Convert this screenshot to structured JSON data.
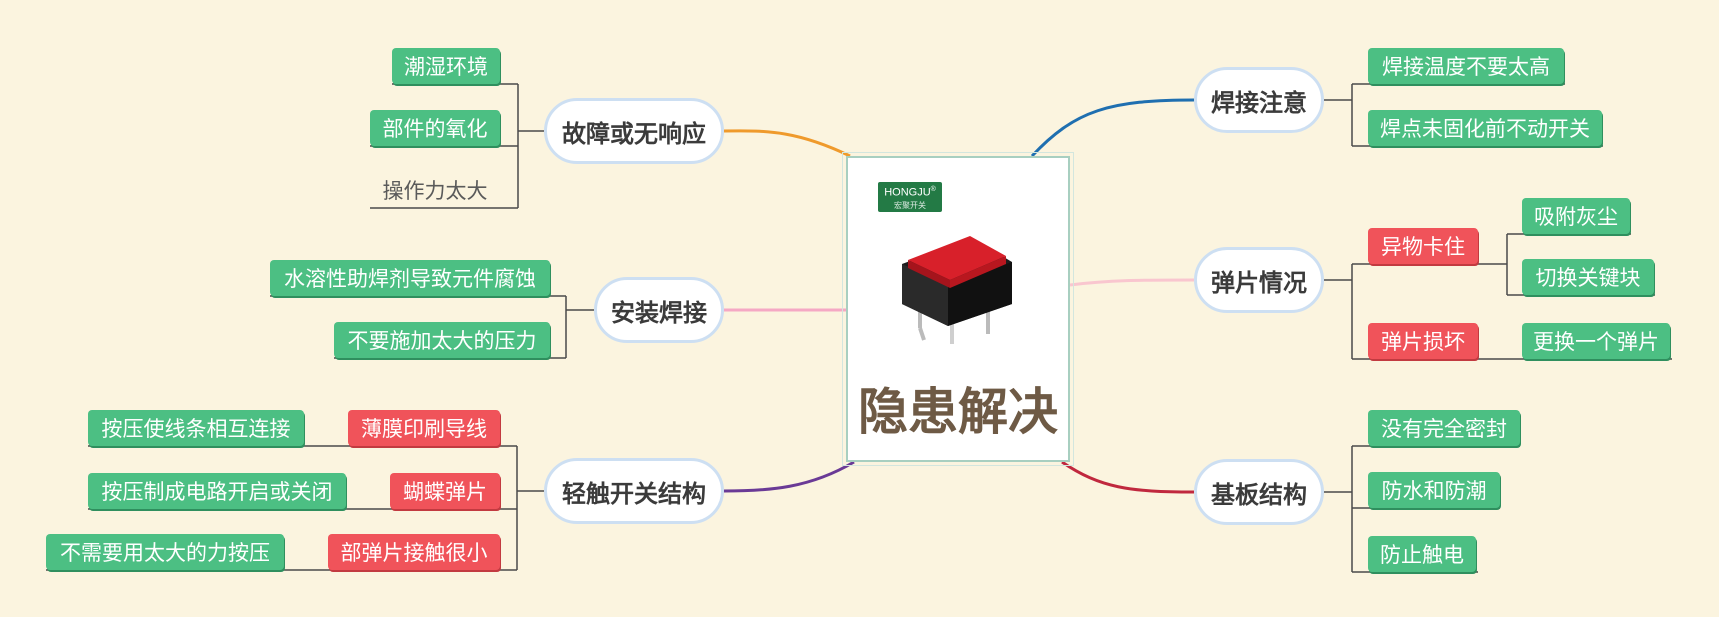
{
  "center": {
    "title": "隐患解决",
    "logo_text": "HONGJU",
    "logo_mark": "®",
    "logo_sub": "宏聚开关",
    "image": "tactile-switch-red-button"
  },
  "branches": {
    "fault": {
      "label": "故障或无响应",
      "color": "#ef9a2c",
      "items": [
        "潮湿环境",
        "部件的氧化",
        "操作力太大"
      ]
    },
    "install": {
      "label": "安装焊接",
      "color": "#f5a8c4",
      "items": [
        "水溶性助焊剂导致元件腐蚀",
        "不要施加太大的压力"
      ]
    },
    "structure": {
      "label": "轻触开关结构",
      "color": "#6a3a96",
      "parts": [
        {
          "label": "薄膜印刷导线",
          "item": "按压使线条相互连接"
        },
        {
          "label": "蝴蝶弹片",
          "item": "按压制成电路开启或关闭"
        },
        {
          "label": "部弹片接触很小",
          "item": "不需要用太大的力按压"
        }
      ]
    },
    "weld": {
      "label": "焊接注意",
      "color": "#1f6fb0",
      "items": [
        "焊接温度不要太高",
        "焊点未固化前不动开关"
      ]
    },
    "spring": {
      "label": "弹片情况",
      "color": "#f9c6cf",
      "parts": [
        {
          "label": "异物卡住",
          "items": [
            "吸附灰尘",
            "切换关键块"
          ]
        },
        {
          "label": "弹片损坏",
          "items": [
            "更换一个弹片"
          ]
        }
      ]
    },
    "board": {
      "label": "基板结构",
      "color": "#c0283e",
      "items": [
        "没有完全密封",
        "防水和防潮",
        "防止触电"
      ]
    }
  }
}
